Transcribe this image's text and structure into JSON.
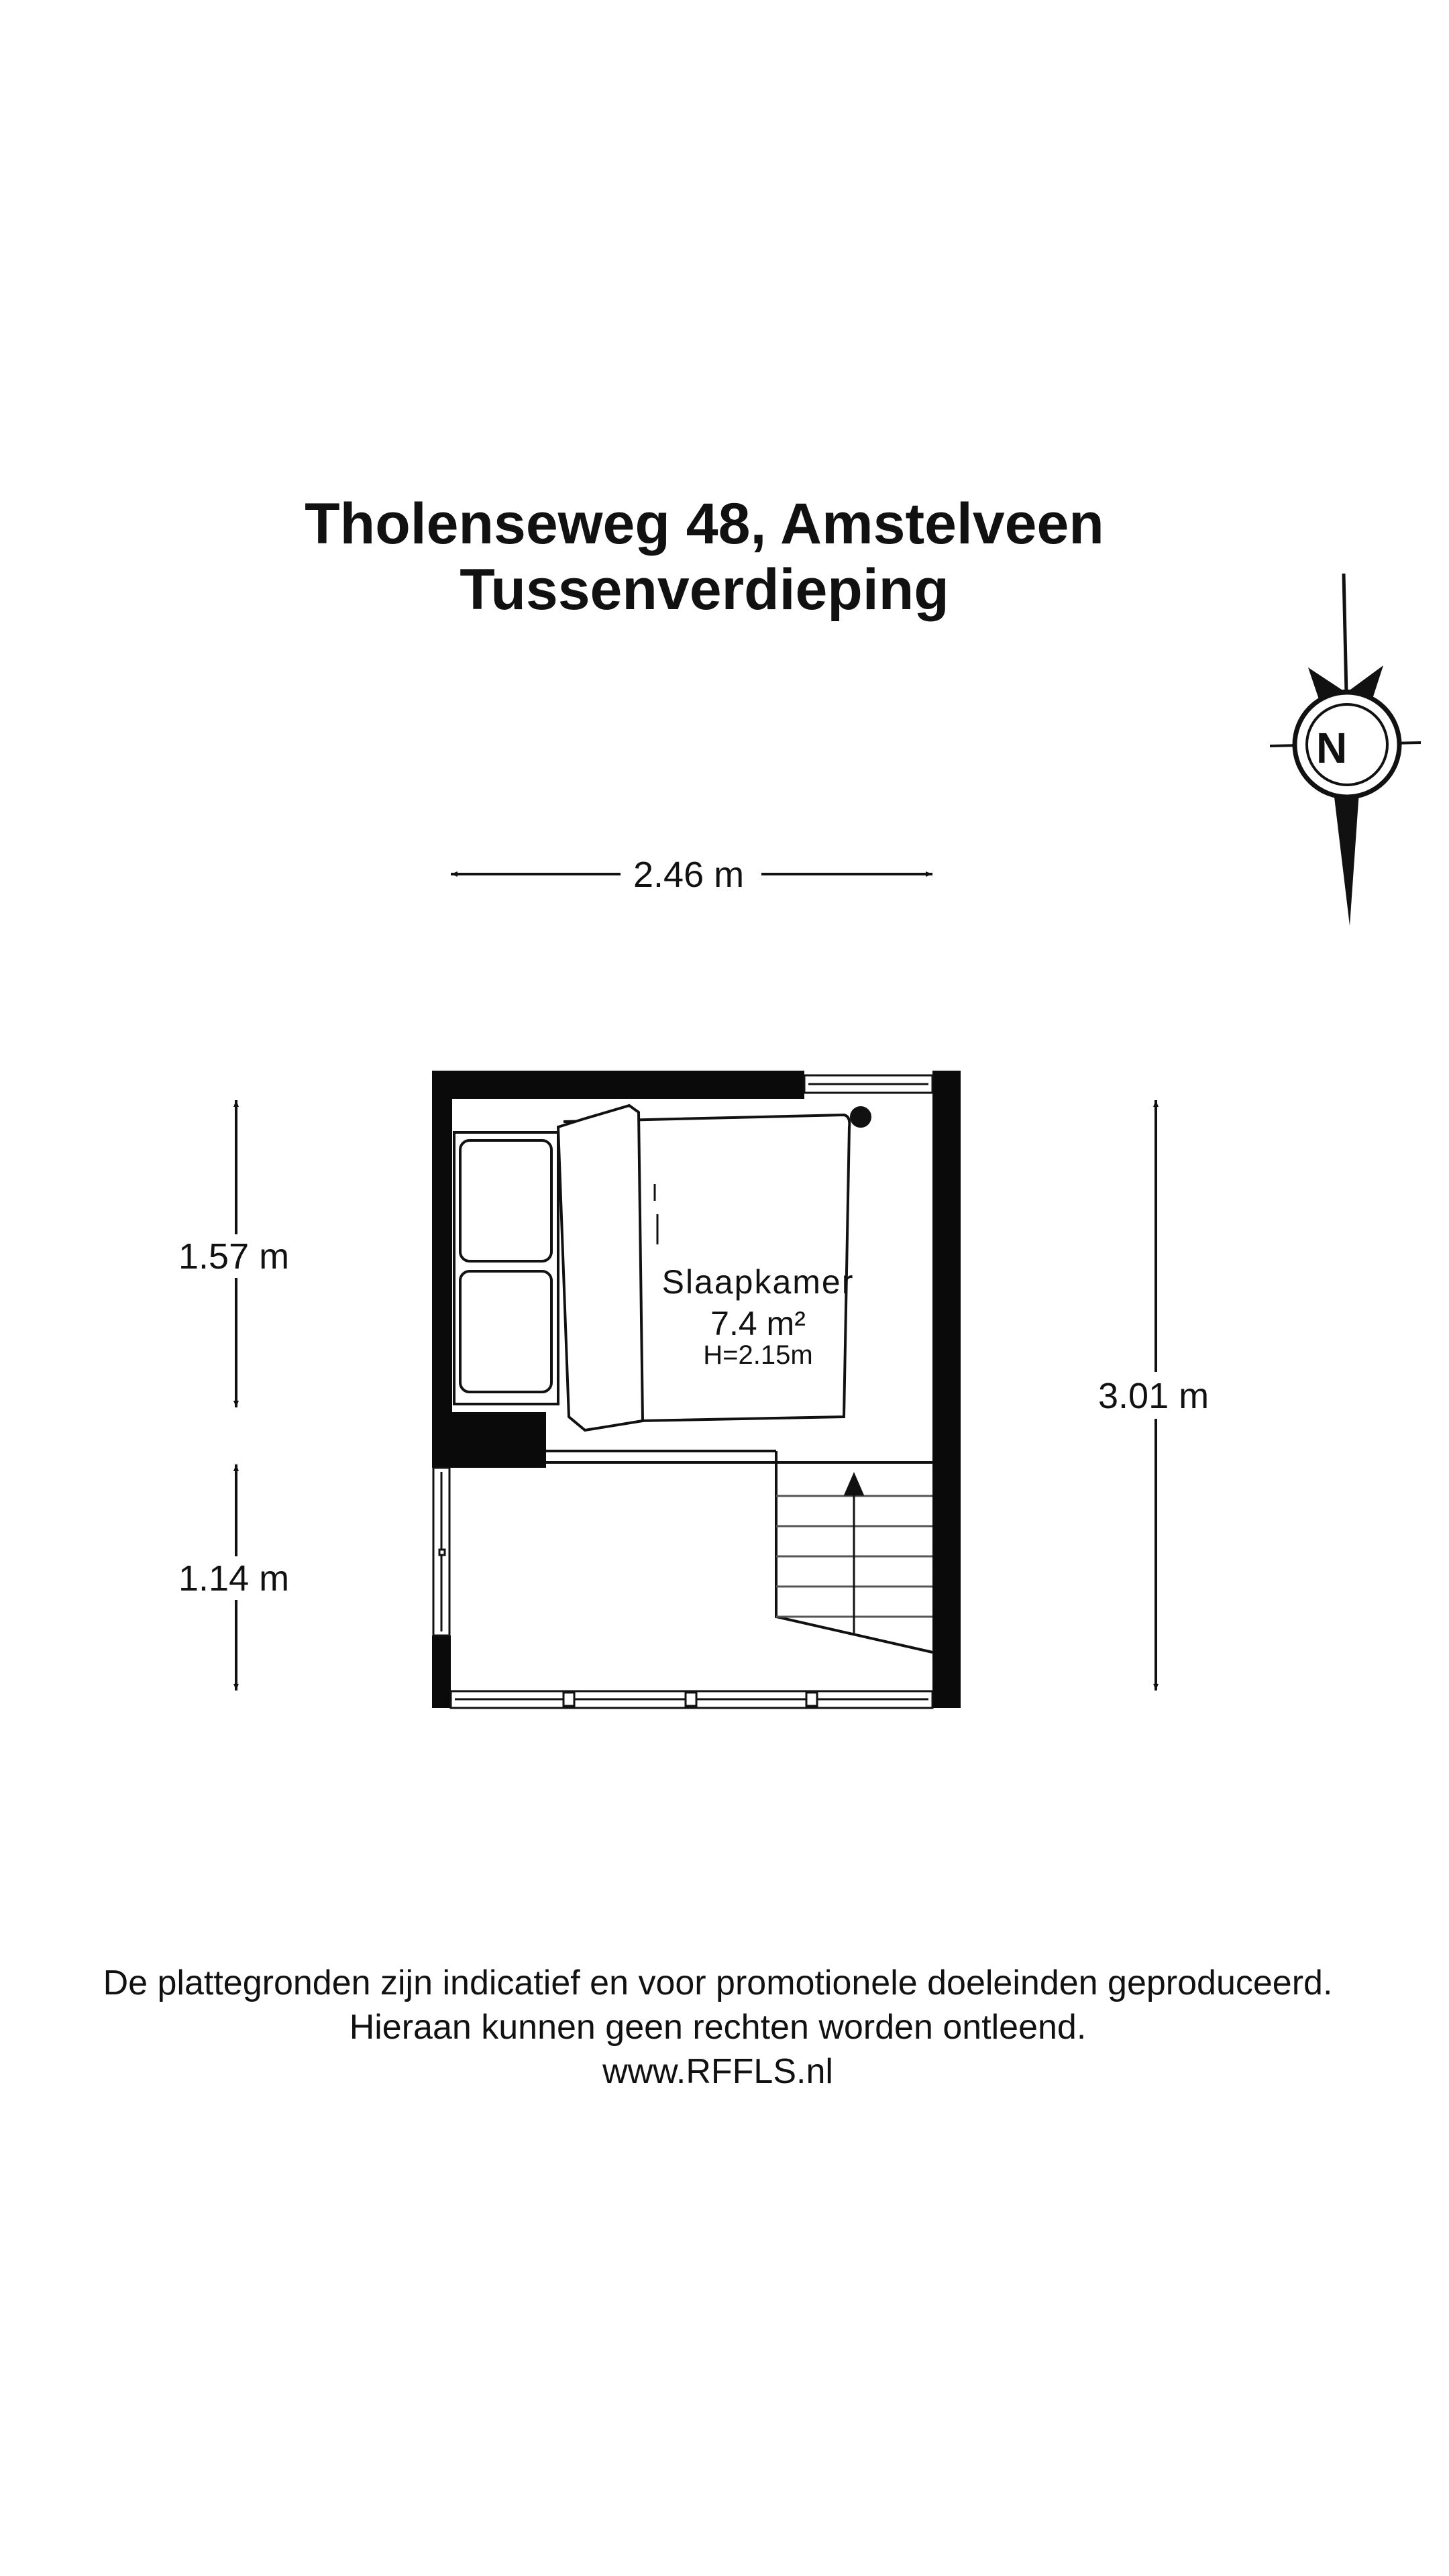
{
  "header": {
    "address": "Tholenseweg 48, Amstelveen",
    "floor": "Tussenverdieping"
  },
  "compass": {
    "label": "N",
    "icon": "north-arrow-icon"
  },
  "dimensions": {
    "width_top": "2.46 m",
    "left_upper": "1.57 m",
    "left_lower": "1.14 m",
    "right_total": "3.01 m"
  },
  "room": {
    "name": "Slaapkamer",
    "area": "7.4 m²",
    "height": "H=2.15m"
  },
  "footer": {
    "line1": "De plattegronden zijn indicatief en voor promotionele doeleinden geproduceerd.",
    "line2": "Hieraan kunnen geen rechten worden ontleend.",
    "line3": "www.RFFLS.nl"
  }
}
